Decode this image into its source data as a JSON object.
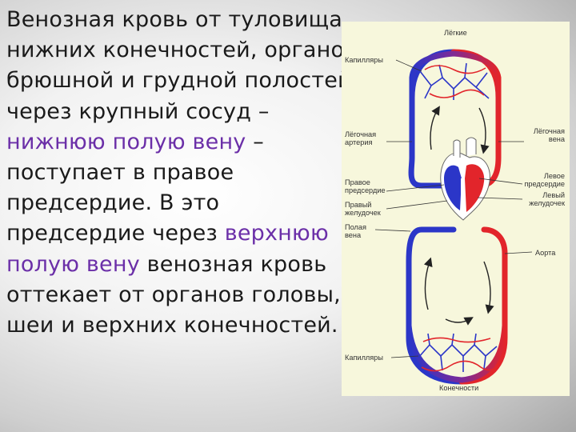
{
  "text": {
    "p1": " Венозная кровь от туловища, нижних конечностей, органов брюшной и грудной полостей через крупный сосуд – ",
    "h1": "нижнюю полую вену",
    "p2": " – поступает в правое предсердие. В это предсердие через ",
    "h2": "верхнюю полую вену",
    "p3": " венозная кровь оттекает от органов головы, шеи и верхних конечностей."
  },
  "diagram": {
    "labels": {
      "lungs": "Лёгкие",
      "capillaries_top": "Капилляры",
      "pulm_artery_1": "Лёгочная",
      "pulm_artery_2": "артерия",
      "pulm_vein_1": "Лёгочная",
      "pulm_vein_2": "вена",
      "right_atrium_1": "Правое",
      "right_atrium_2": "предсердие",
      "right_ventricle_1": "Правый",
      "right_ventricle_2": "желудочек",
      "vena_cava_1": "Полая",
      "vena_cava_2": "вена",
      "left_atrium_1": "Левое",
      "left_atrium_2": "предсердие",
      "left_ventricle_1": "Левый",
      "left_ventricle_2": "желудочек",
      "aorta": "Аорта",
      "capillaries_bottom": "Капилляры",
      "limbs": "Конечности"
    },
    "colors": {
      "venous": "#2b36c8",
      "arterial": "#e2252b",
      "background": "#f7f7dc"
    }
  }
}
